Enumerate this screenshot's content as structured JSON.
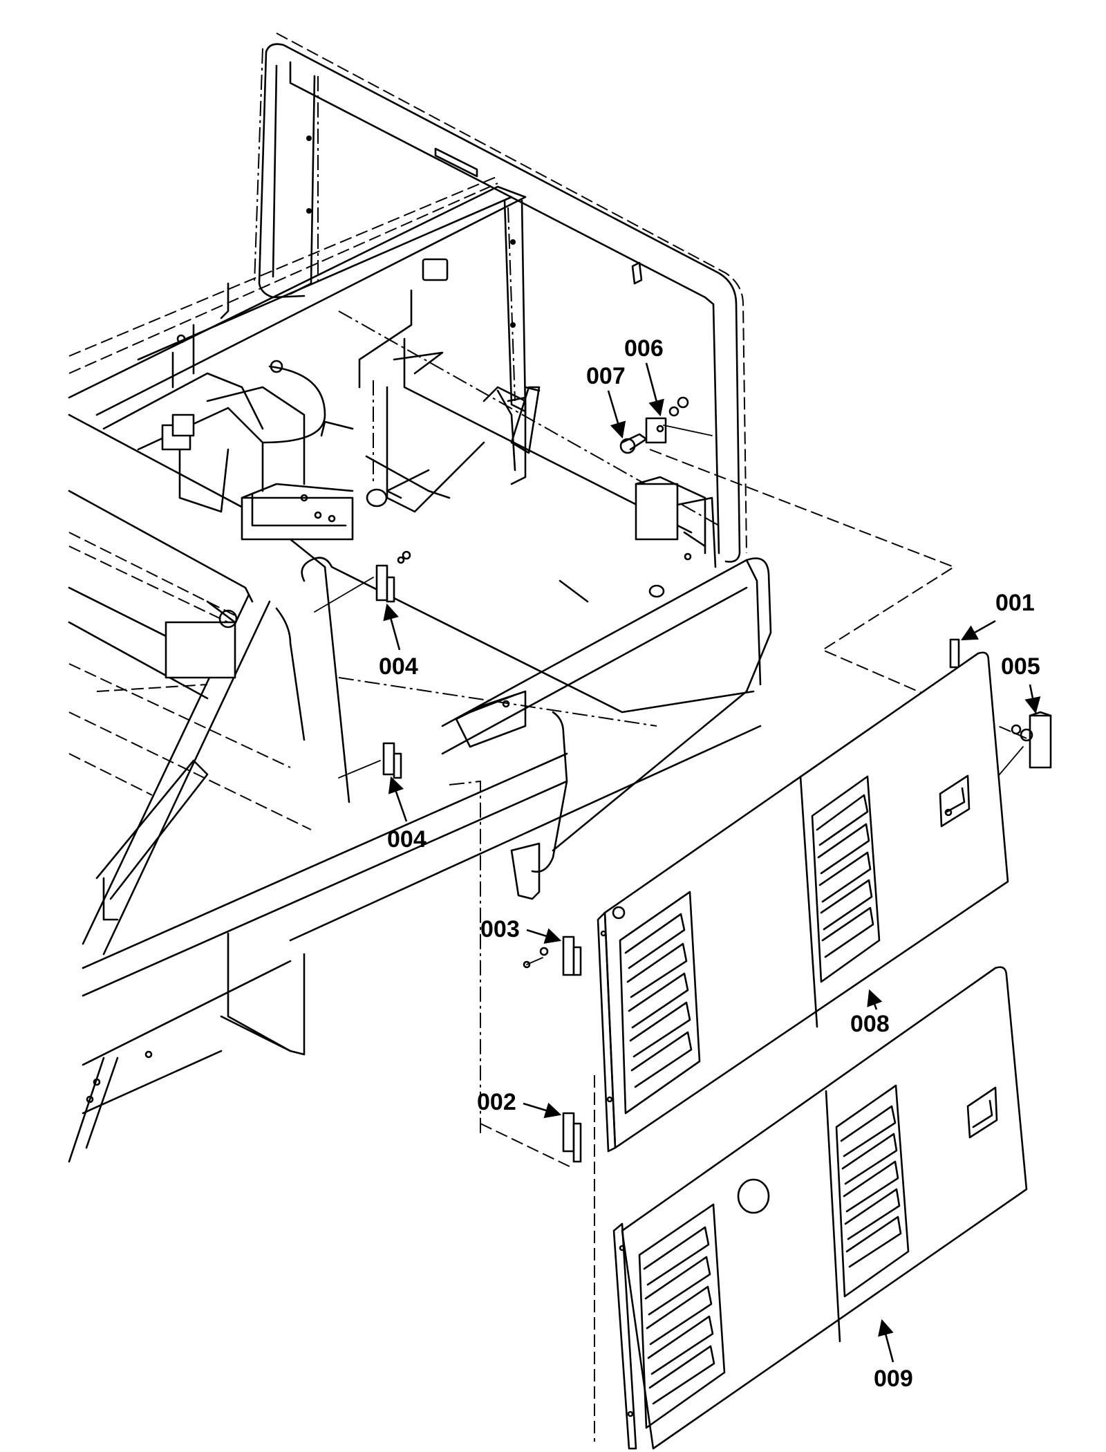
{
  "callouts": {
    "c001": "001",
    "c002": "002",
    "c003": "003",
    "c004a": "004",
    "c004b": "004",
    "c005": "005",
    "c006": "006",
    "c007": "007",
    "c008": "008",
    "c009": "009"
  }
}
